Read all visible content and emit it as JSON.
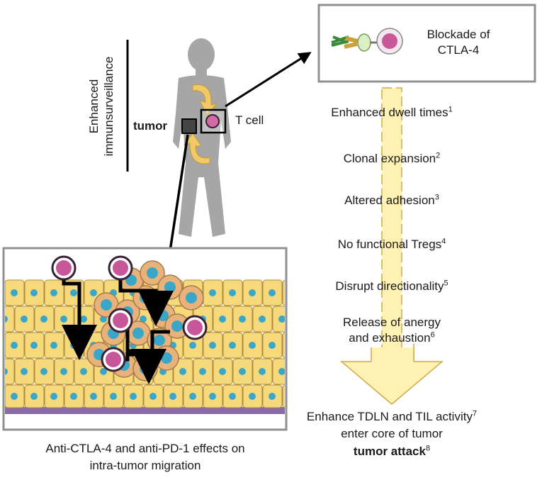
{
  "body_panel": {
    "vertical_label_line1": "Enhanced",
    "vertical_label_line2": "immunsurveillance",
    "tumor_label": "tumor",
    "tcell_label": "T cell"
  },
  "blockade_box": {
    "line1": "Blockade of",
    "line2": "CTLA-4"
  },
  "effects": [
    {
      "text": "Enhanced dwell times",
      "ref": "1"
    },
    {
      "text": "Clonal expansion",
      "ref": "2"
    },
    {
      "text": "Altered adhesion",
      "ref": "3"
    },
    {
      "text": "No functional Tregs",
      "ref": "4"
    },
    {
      "text": "Disrupt directionality",
      "ref": "5"
    },
    {
      "text": "Release of anergy",
      "ref": ""
    },
    {
      "text": "and exhaustion",
      "ref": "6"
    }
  ],
  "outcome": {
    "line1": "Enhance TDLN and TIL activity",
    "line1_ref": "7",
    "line2": "enter core of tumor",
    "line3": "tumor attack",
    "line3_ref": "8"
  },
  "tissue_caption": {
    "line1": "Anti-CTLA-4 and anti-PD-1 effects on",
    "line2": "intra-tumor migration"
  },
  "colors": {
    "silhouette": "#a6a6a6",
    "arrow_yellow": "#fff2b3",
    "arrow_stroke": "#cfa94a",
    "cell_fill": "#f6d97a",
    "nucleus": "#3aa6c8",
    "tumor_cell": "#e8b27a",
    "tcell_ring": "#3a2035",
    "tcell_fill": "#c8579a",
    "membrane": "#7a5aa0"
  }
}
